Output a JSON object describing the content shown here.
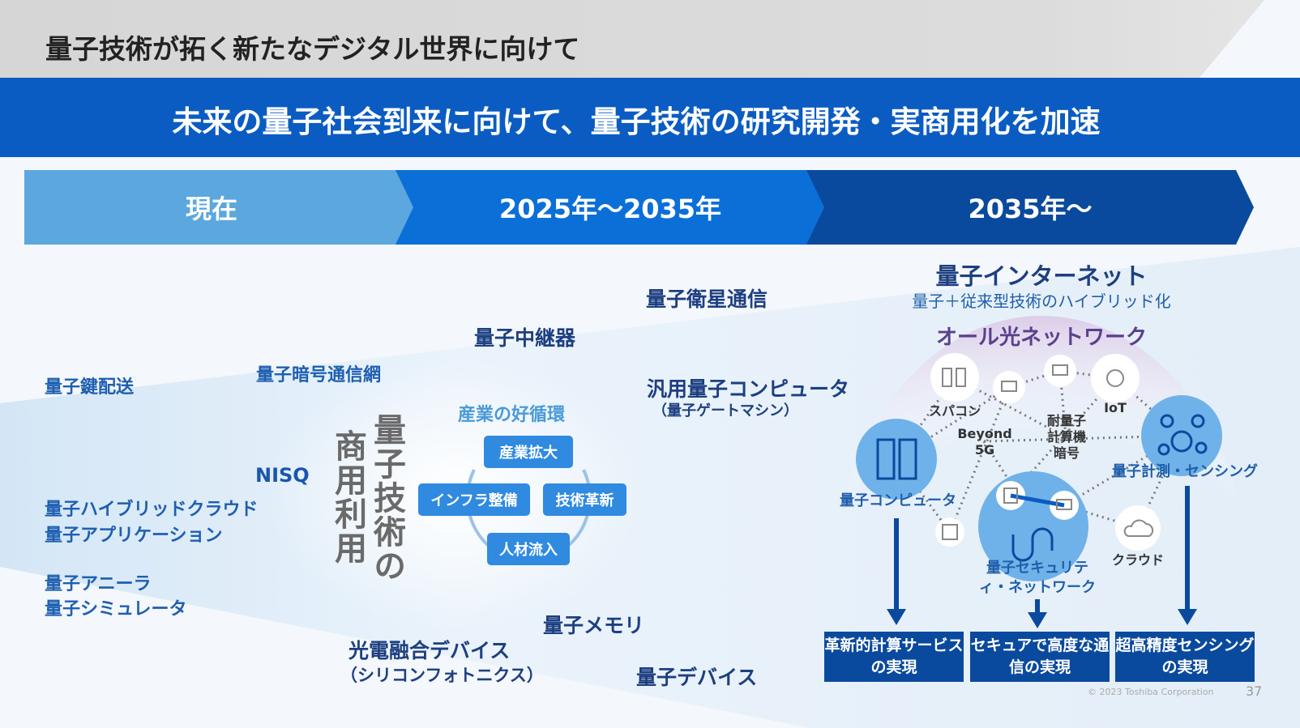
{
  "header": {
    "title": "量子技術が拓く新たなデジタル世界に向けて",
    "subtitle": "未来の量子社会到来に向けて、量子技術の研究開発・実商用化を加速"
  },
  "timeline": [
    "現在",
    "2025年〜2035年",
    "2035年〜"
  ],
  "left_labels": {
    "qkd": "量子鍵配送",
    "crypto_net": "量子暗号通信網",
    "repeater": "量子中継器",
    "satellite": "量子衛星通信",
    "nisq": "NISQ",
    "hybrid_cloud": "量子ハイブリッドクラウド",
    "application": "量子アプリケーション",
    "annealer": "量子アニーラ",
    "simulator": "量子シミュレータ",
    "memory": "量子メモリ",
    "photonic": "光電融合デバイス",
    "photonic_sub": "（シリコンフォトニクス）",
    "device": "量子デバイス",
    "general_qc": "汎用量子コンピュータ",
    "general_qc_sub": "（量子ゲートマシン）"
  },
  "vertical_text": {
    "line1": "量子技術の",
    "line2": "商用利用"
  },
  "cycle": {
    "title": "産業の好循環",
    "items": [
      "産業拡大",
      "インフラ整備",
      "技術革新",
      "人材流入"
    ]
  },
  "network": {
    "title": "量子インターネット",
    "subtitle": "量子＋従来型技術のハイブリッド化",
    "dome_title": "オール光ネットワーク",
    "nodes": {
      "supercomputer": "スパコン",
      "iot": "IoT",
      "beyond5g": "Beyond 5G",
      "pqc": "耐量子計算機暗号",
      "quantum_computer": "量子コンピュータ",
      "sensing": "量子計測・センシング",
      "security": "量子セキュリティ・ネットワーク",
      "cloud": "クラウド"
    }
  },
  "results": [
    "革新的計算サービスの実現",
    "セキュアで高度な通信の実現",
    "超高精度センシングの実現"
  ],
  "footer": {
    "copyright": "© 2023 Toshiba Corporation",
    "page": "37"
  }
}
